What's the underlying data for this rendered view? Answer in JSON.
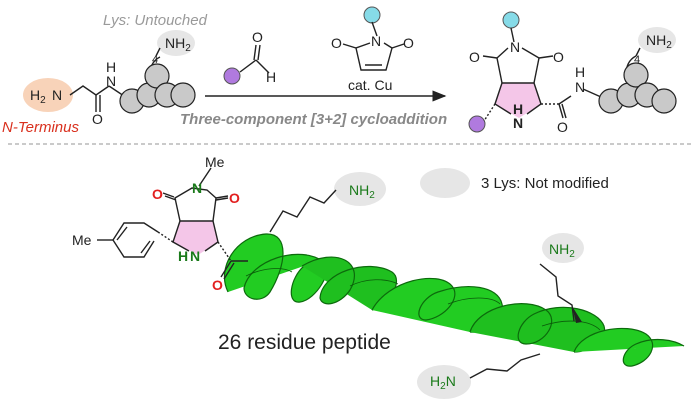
{
  "top_scheme": {
    "lys_label": "Lys: Untouched",
    "lys_nh2": "NH",
    "lys_nh2_sub": "2",
    "lys_chain_count": "4",
    "n_terminus_label": "N-Terminus",
    "amine": "H",
    "amine_sub": "2",
    "amine_n": "N",
    "amide_h": "H",
    "amide_n": "N",
    "amide_o": "O",
    "aldehyde_o": "O",
    "aldehyde_h": "H",
    "maleimide_n": "N",
    "maleimide_o_left": "O",
    "maleimide_o_right": "O",
    "catalyst_label": "cat. Cu",
    "reaction_label": "Three-component [3+2] cycloaddition",
    "product_n": "N",
    "product_o1": "O",
    "product_o2": "O",
    "product_o3": "O",
    "product_nh_h": "H",
    "product_nh_n": "N",
    "product_amide_h": "H",
    "product_amide_n": "N",
    "product_lys_nh2": "NH",
    "product_lys_nh2_sub": "2",
    "product_lys_chain_count": "4"
  },
  "bottom_scheme": {
    "methyl_label": "Me",
    "aryl_me_label": "Me",
    "imide_n": "N",
    "imide_o_top": "O",
    "imide_o_right": "O",
    "pyrrolidine_h": "H",
    "pyrrolidine_n": "N",
    "carbonyl_o": "O",
    "lys1_nh2": "NH",
    "lys1_nh2_sub": "2",
    "lys2_nh2": "NH",
    "lys2_nh2_sub": "2",
    "lys3_h2": "H",
    "lys3_h2_sub": "2",
    "lys3_n": "N",
    "legend_text": "3 Lys: Not modified",
    "peptide_label": "26 residue peptide"
  },
  "colors": {
    "nitrogen_green": "#1a7a1a",
    "oxygen_red": "#e21f1f",
    "n_terminus_red": "#d9301e",
    "helix_green": "#22cc22",
    "pyrrolidine_pink": "#f4c6e8",
    "aldehyde_purple": "#b07adf",
    "maleimide_cyan": "#86dbe8",
    "residue_gray": "#c9c9c9",
    "peach_highlight": "#f8d3b9",
    "lys_gray": "#e6e6e6"
  }
}
